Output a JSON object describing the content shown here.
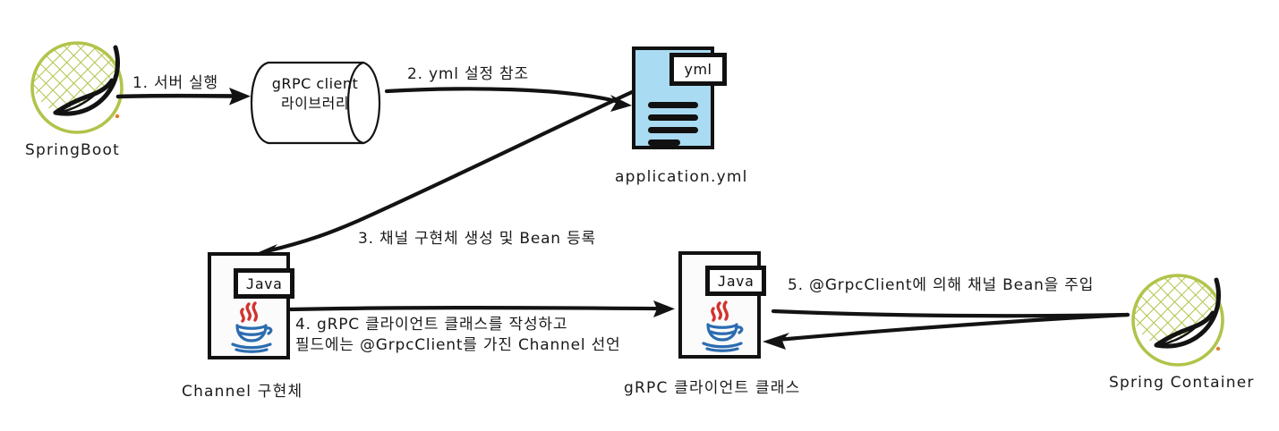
{
  "diagram": {
    "title": "gRPC client Spring Boot flow diagram",
    "background": "#ffffff",
    "colors": {
      "spring_green": "#b2c34a",
      "yml_blue": "#a9dbf2",
      "ink": "#131313",
      "java_steam_red": "#d2322d",
      "java_cup_blue": "#2b6cb0",
      "paper_white": "#fbfbfb"
    }
  },
  "nodes": {
    "springboot": {
      "caption": "SpringBoot",
      "icon": "spring-leaf-icon"
    },
    "grpc_library": {
      "line1": "gRPC client",
      "line2": "라이브러리",
      "shape": "cylinder"
    },
    "application_yml": {
      "caption": "application.yml",
      "tab_label": "yml",
      "icon": "document-icon"
    },
    "channel_impl": {
      "caption": "Channel 구현체",
      "tab_label": "Java",
      "icon": "java-cup-icon"
    },
    "grpc_client_class": {
      "caption": "gRPC 클라이언트 클래스",
      "tab_label": "Java",
      "icon": "java-cup-icon"
    },
    "spring_container": {
      "caption": "Spring Container",
      "icon": "spring-leaf-icon"
    }
  },
  "steps": [
    {
      "number": "1",
      "label": "1. 서버 실행",
      "from": "springboot",
      "to": "grpc_library"
    },
    {
      "number": "2",
      "label": "2. yml 설정 참조",
      "from": "grpc_library",
      "to": "application_yml"
    },
    {
      "number": "3",
      "label": "3. 채널 구현체 생성 및 Bean 등록",
      "from": "application_yml",
      "to": "channel_impl"
    },
    {
      "number": "4",
      "label_line1": "4. gRPC 클라이언트 클래스를 작성하고",
      "label_line2": "필드에는 @GrpcClient를 가진 Channel 선언",
      "from": "channel_impl",
      "to": "grpc_client_class"
    },
    {
      "number": "5",
      "label": "5. @GrpcClient에 의해 채널 Bean을 주입",
      "from": "spring_container",
      "to": "grpc_client_class"
    }
  ]
}
